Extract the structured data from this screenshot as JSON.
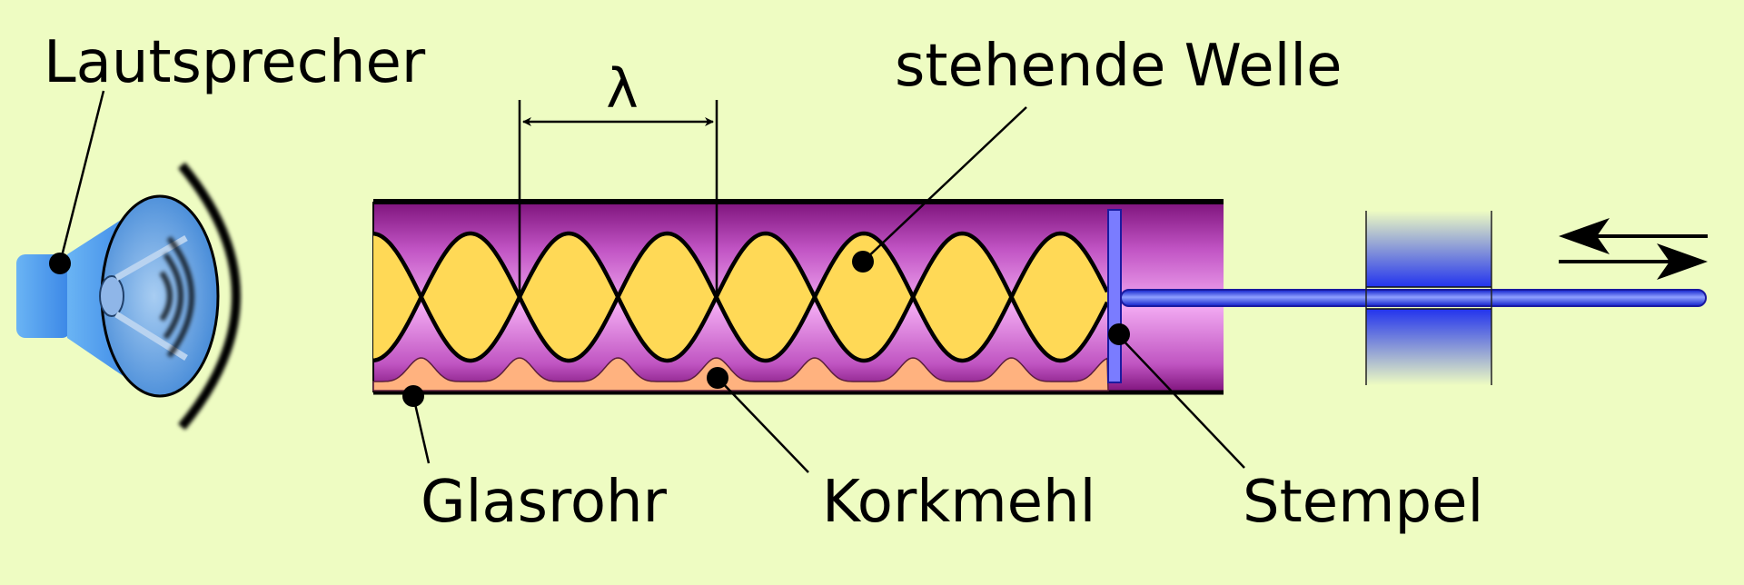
{
  "diagram": {
    "labels": {
      "speaker": "Lautsprecher",
      "wavelength": "λ",
      "standing_wave": "stehende Welle",
      "tube": "Glasrohr",
      "cork_powder": "Korkmehl",
      "piston": "Stempel"
    },
    "colors": {
      "background": "#eefcc2",
      "tube_dark": "#8a1a86",
      "tube_light": "#f2a8f0",
      "wave_fill": "#ffd956",
      "cork": "#ffb27f",
      "piston_blue": "#2233ee",
      "speaker_blue": "#5aa8f2"
    },
    "icons": {
      "arrows": "double-arrow-left-right-icon",
      "speaker": "speaker-icon"
    }
  }
}
